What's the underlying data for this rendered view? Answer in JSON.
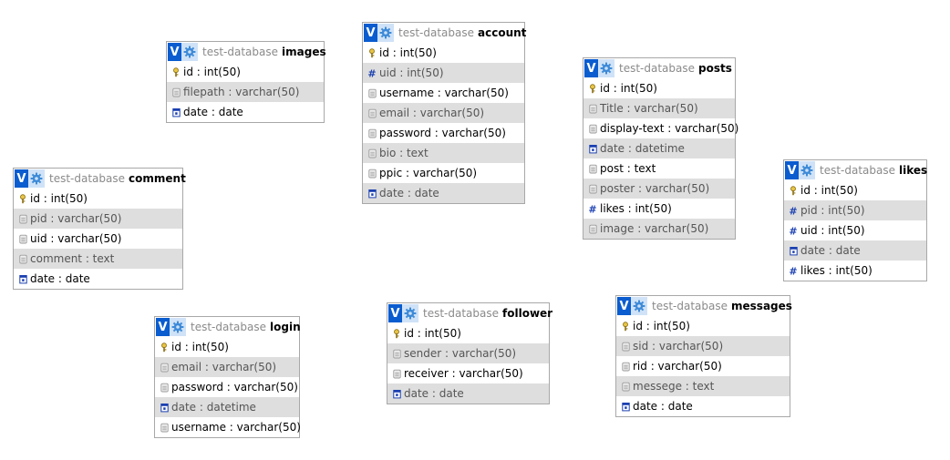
{
  "diagram": {
    "database": "test-database",
    "tables": [
      {
        "name": "images",
        "fields": [
          {
            "label": "id : int(50)",
            "icon": "key"
          },
          {
            "label": "filepath : varchar(50)",
            "icon": "text"
          },
          {
            "label": "date : date",
            "icon": "date"
          }
        ]
      },
      {
        "name": "account",
        "fields": [
          {
            "label": "id : int(50)",
            "icon": "key"
          },
          {
            "label": "uid : int(50)",
            "icon": "number"
          },
          {
            "label": "username : varchar(50)",
            "icon": "text"
          },
          {
            "label": "email : varchar(50)",
            "icon": "text"
          },
          {
            "label": "password : varchar(50)",
            "icon": "text"
          },
          {
            "label": "bio : text",
            "icon": "text"
          },
          {
            "label": "ppic : varchar(50)",
            "icon": "text"
          },
          {
            "label": "date : date",
            "icon": "date"
          }
        ]
      },
      {
        "name": "posts",
        "fields": [
          {
            "label": "id : int(50)",
            "icon": "key"
          },
          {
            "label": "Title : varchar(50)",
            "icon": "text"
          },
          {
            "label": "display-text : varchar(50)",
            "icon": "text"
          },
          {
            "label": "date : datetime",
            "icon": "date"
          },
          {
            "label": "post : text",
            "icon": "text"
          },
          {
            "label": "poster : varchar(50)",
            "icon": "text"
          },
          {
            "label": "likes : int(50)",
            "icon": "number"
          },
          {
            "label": "image : varchar(50)",
            "icon": "text"
          }
        ]
      },
      {
        "name": "comment",
        "fields": [
          {
            "label": "id : int(50)",
            "icon": "key"
          },
          {
            "label": "pid : varchar(50)",
            "icon": "text"
          },
          {
            "label": "uid : varchar(50)",
            "icon": "text"
          },
          {
            "label": "comment : text",
            "icon": "text"
          },
          {
            "label": "date : date",
            "icon": "date"
          }
        ]
      },
      {
        "name": "likes",
        "fields": [
          {
            "label": "id : int(50)",
            "icon": "key"
          },
          {
            "label": "pid : int(50)",
            "icon": "number"
          },
          {
            "label": "uid : int(50)",
            "icon": "number"
          },
          {
            "label": "date : date",
            "icon": "date"
          },
          {
            "label": "likes : int(50)",
            "icon": "number"
          }
        ]
      },
      {
        "name": "login",
        "fields": [
          {
            "label": "id : int(50)",
            "icon": "key"
          },
          {
            "label": "email : varchar(50)",
            "icon": "text"
          },
          {
            "label": "password : varchar(50)",
            "icon": "text"
          },
          {
            "label": "date : datetime",
            "icon": "date"
          },
          {
            "label": "username : varchar(50)",
            "icon": "text"
          }
        ]
      },
      {
        "name": "follower",
        "fields": [
          {
            "label": "id : int(50)",
            "icon": "key"
          },
          {
            "label": "sender : varchar(50)",
            "icon": "text"
          },
          {
            "label": "receiver : varchar(50)",
            "icon": "text"
          },
          {
            "label": "date : date",
            "icon": "date"
          }
        ]
      },
      {
        "name": "messages",
        "fields": [
          {
            "label": "id : int(50)",
            "icon": "key"
          },
          {
            "label": "sid : varchar(50)",
            "icon": "text"
          },
          {
            "label": "rid : varchar(50)",
            "icon": "text"
          },
          {
            "label": "messege : text",
            "icon": "text"
          },
          {
            "label": "date : date",
            "icon": "date"
          }
        ]
      }
    ]
  }
}
